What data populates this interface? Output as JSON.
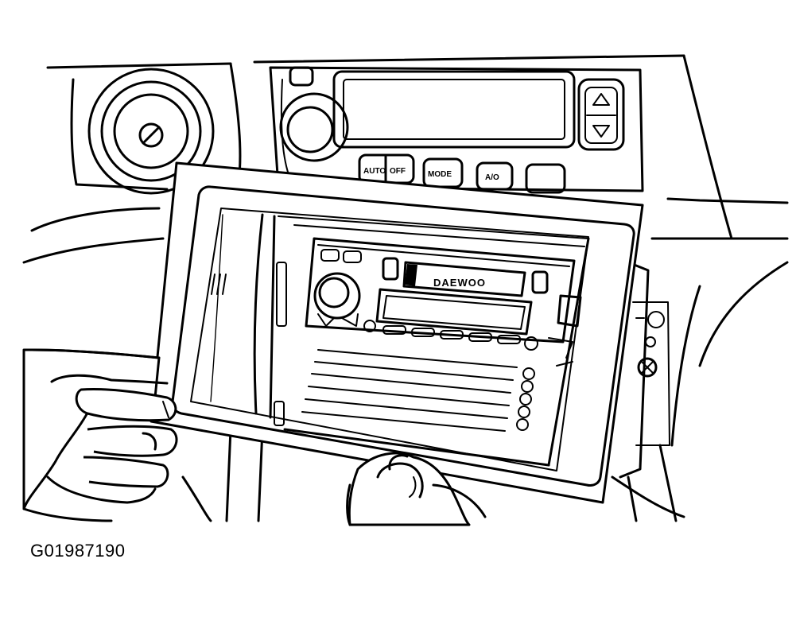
{
  "figure_id": "G01987190",
  "climate_panel": {
    "auto_label": "AUTO",
    "off_label": "OFF",
    "mode_label": "MODE",
    "ac_label": "A/O"
  },
  "radio": {
    "brand": "DAEWOO"
  }
}
